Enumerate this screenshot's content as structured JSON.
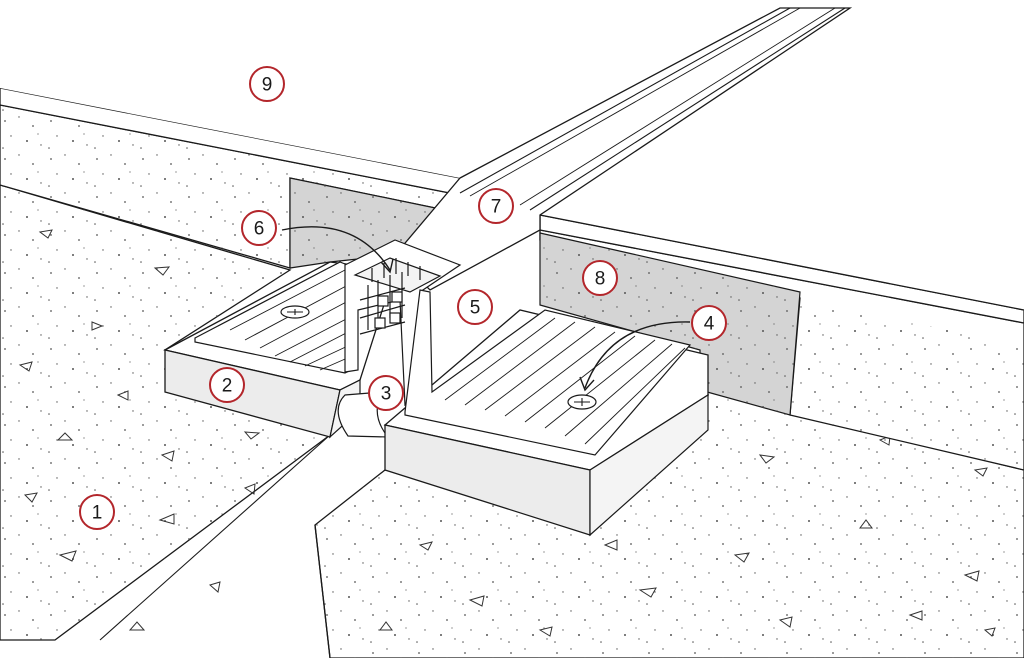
{
  "colors": {
    "outline": "#1a1a1a",
    "concrete_fill": "#ffffff",
    "wall_shade": "#d4d4d4",
    "pad_side": "#ececec",
    "aggregate": "#444444",
    "callout_ring": "#b3262b"
  },
  "callouts": [
    {
      "id": "1",
      "label": "1"
    },
    {
      "id": "2",
      "label": "2"
    },
    {
      "id": "3",
      "label": "3"
    },
    {
      "id": "4",
      "label": "4"
    },
    {
      "id": "5",
      "label": "5"
    },
    {
      "id": "6",
      "label": "6"
    },
    {
      "id": "7",
      "label": "7"
    },
    {
      "id": "8",
      "label": "8"
    },
    {
      "id": "9",
      "label": "9"
    }
  ]
}
